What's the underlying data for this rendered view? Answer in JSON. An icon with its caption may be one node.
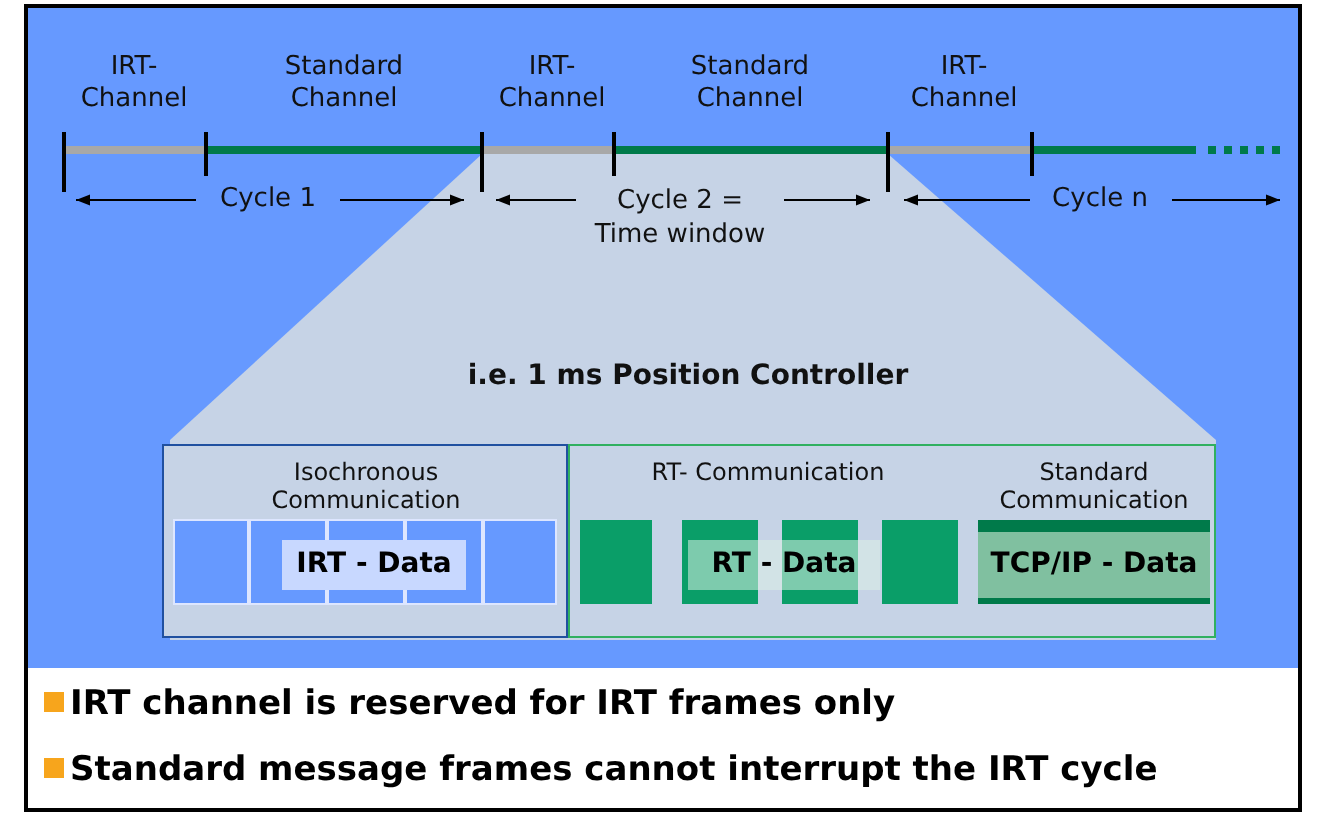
{
  "diagram": {
    "nodes": [
      {
        "text": [
          "i.e. 1 ms Position Controller"
        ]
      },
      {
        "text": [
          "Isochronous Communication"
        ],
        "in": 0
      },
      {
        "text": [
          "IRT - Data"
        ],
        "in": 1
      },
      {
        "text": [
          "RT- Communication",
          "Standard Communication"
        ],
        "in": 0
      },
      {
        "text": [
          "RT - Data"
        ],
        "in": 3
      },
      {
        "text": [
          "TCP/IP - Data"
        ],
        "in": 3
      }
    ],
    "labels": [
      "IRT- Channel",
      "Standard Channel",
      "IRT- Channel",
      "Standard Channel",
      "IRT- Channel",
      "Cycle 1",
      "Cycle 2 = Time window",
      "Cycle n",
      "IRT channel is reserved for IRT frames only",
      "Standard message frames cannot interrupt the IRT cycle"
    ]
  }
}
